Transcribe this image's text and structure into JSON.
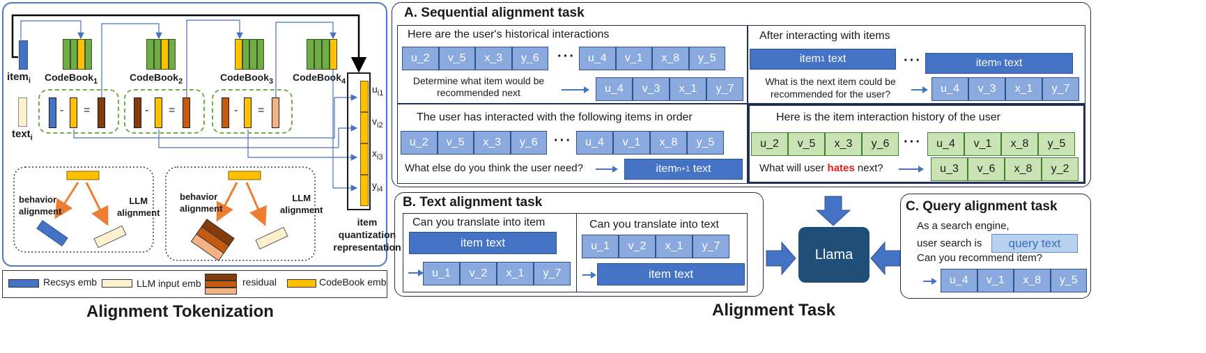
{
  "tokenization": {
    "title": "Alignment Tokenization",
    "item_label": "item",
    "item_sub": "i",
    "text_label": "text",
    "text_sub": "i",
    "codebooks": [
      {
        "label": "CodeBook",
        "sub": "1"
      },
      {
        "label": "CodeBook",
        "sub": "2"
      },
      {
        "label": "CodeBook",
        "sub": "3"
      },
      {
        "label": "CodeBook",
        "sub": "4"
      }
    ],
    "minus": "-",
    "equals": "=",
    "quant_codes": [
      {
        "base": "u",
        "sub": "i1"
      },
      {
        "base": "v",
        "sub": "i2"
      },
      {
        "base": "x",
        "sub": "i3"
      },
      {
        "base": "y",
        "sub": "i4"
      }
    ],
    "quant_caption": [
      "item",
      "quantization",
      "representation"
    ],
    "behavior_alignment": [
      "behavior",
      "alignment"
    ],
    "llm_alignment": [
      "LLM",
      "alignment"
    ],
    "legend": [
      {
        "label": "Recsys emb",
        "color": "#4472c4"
      },
      {
        "label": "LLM input emb",
        "color": "#fdf0cc"
      },
      {
        "label": "residual",
        "color": "#b85a1f"
      },
      {
        "label": "CodeBook emb",
        "color": "#ffc000"
      }
    ]
  },
  "task": {
    "title": "Alignment Task",
    "seq": {
      "title": "A. Sequential alignment task",
      "q1": {
        "header": "Here are the user's historical interactions",
        "row1a": [
          "u_2",
          "v_5",
          "x_3",
          "y_6"
        ],
        "dots": "···",
        "row1b": [
          "u_4",
          "v_1",
          "x_8",
          "y_5"
        ],
        "question": "Determine what item would be recommended  next",
        "answer": [
          "u_4",
          "v_3",
          "x_1",
          "y_7"
        ]
      },
      "q2": {
        "header": "After interacting with items",
        "item1": {
          "base": "item",
          "sub": "1",
          "tail": " text"
        },
        "dots": "···",
        "itemn": {
          "base": "item",
          "sub": "n",
          "tail": " text"
        },
        "question": "What is the next item could be recommended for the user?",
        "answer": [
          "u_4",
          "v_3",
          "x_1",
          "y_7"
        ]
      },
      "q3": {
        "header": "The user has interacted with the following items in order",
        "row1a": [
          "u_2",
          "v_5",
          "x_3",
          "y_6"
        ],
        "dots": "···",
        "row1b": [
          "u_4",
          "v_1",
          "x_8",
          "y_5"
        ],
        "question": "What else do you think the user need?",
        "answer": {
          "base": "item",
          "sub": "n+1",
          "tail": " text"
        }
      },
      "q4": {
        "header": "Here is the item interaction history of the user",
        "row1a": [
          "u_2",
          "v_5",
          "x_3",
          "y_6"
        ],
        "dots": "···",
        "row1b": [
          "u_4",
          "v_1",
          "x_8",
          "y_5"
        ],
        "question_pre": "What will user ",
        "question_hl": "hates",
        "question_post": " next?",
        "highlight_color": "#e0201a",
        "answer": [
          "u_3",
          "v_6",
          "x_8",
          "y_2"
        ]
      }
    },
    "text": {
      "title": "B. Text alignment task",
      "left_header": "Can you translate into item",
      "left_bar": "item text",
      "left_tokens": [
        "u_1",
        "v_2",
        "x_1",
        "y_7"
      ],
      "right_header": "Can you translate into text",
      "right_tokens": [
        "u_1",
        "v_2",
        "x_1",
        "y_7"
      ],
      "right_bar": "item text"
    },
    "llm": "Llama",
    "query": {
      "title": "C. Query alignment task",
      "line1": "As a search engine,",
      "line2": "user search is",
      "query_bar": "query text",
      "line3": "Can you recommend item?",
      "tokens": [
        "u_4",
        "v_1",
        "x_8",
        "y_5"
      ]
    }
  }
}
